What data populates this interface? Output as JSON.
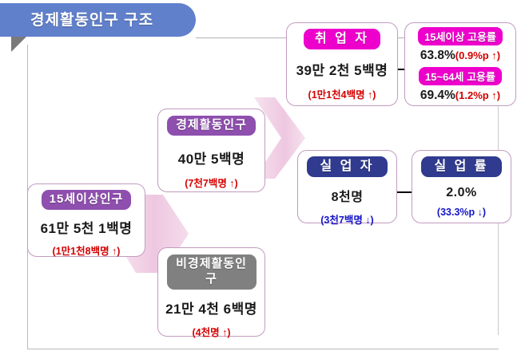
{
  "title": {
    "text": "경제활동인구 구조"
  },
  "colors": {
    "banner": "#6080cc",
    "magenta": "#ee00cc",
    "purple": "#8e4fae",
    "gray": "#808080",
    "navy": "#303a8e",
    "increase": "#d40000",
    "decrease": "#1414c8",
    "box_border": "#c29bbf",
    "connector_fill": "#f0cfe4"
  },
  "nodes": {
    "population_15plus": {
      "header": "15세이상인구",
      "value": "61만 5천 1백명",
      "delta": "(1만1천8백명 ↑)",
      "delta_direction": "up"
    },
    "economically_active": {
      "header": "경제활동인구",
      "value": "40만 5백명",
      "delta": "(7천7백명 ↑)",
      "delta_direction": "up"
    },
    "not_economically_active": {
      "header": "비경제활동인\n구",
      "value": "21만 4천 6백명",
      "delta": "(4천명 ↑)",
      "delta_direction": "up"
    },
    "employed": {
      "header": "취 업 자",
      "value": "39만 2천 5백명",
      "delta": "(1만1천4백명 ↑)",
      "delta_direction": "up"
    },
    "unemployed": {
      "header": "실 업 자",
      "value": "8천명",
      "delta": "(3천7백명 ↓)",
      "delta_direction": "down"
    },
    "unemployment_rate": {
      "header": "실 업 률",
      "value": "2.0%",
      "delta": "(33.3%p ↓)",
      "delta_direction": "down"
    }
  },
  "employment_rates": {
    "rate_15plus": {
      "header": "15세이상 고용률",
      "value": "63.8%",
      "delta": "(0.9%p ↑)"
    },
    "rate_15_64": {
      "header": "15~64세 고용률",
      "value": "69.4%",
      "delta": "(1.2%p ↑)"
    }
  }
}
